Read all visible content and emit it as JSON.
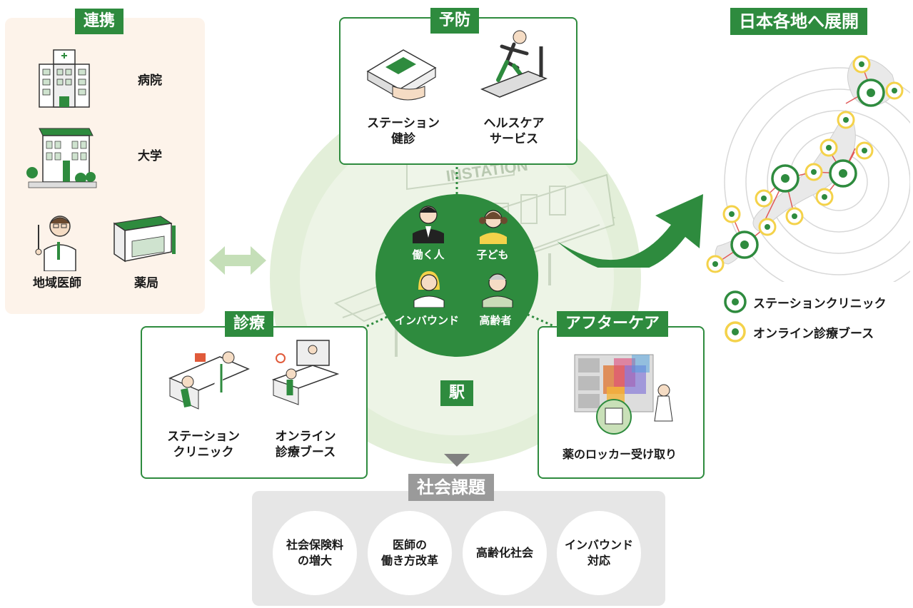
{
  "renkei": {
    "title": "連携",
    "hospital": "病院",
    "university": "大学",
    "local_doctor": "地域医師",
    "pharmacy": "薬局"
  },
  "yobou": {
    "title": "予防",
    "checkup": "ステーション\n健診",
    "healthcare": "ヘルスケア\nサービス"
  },
  "center": {
    "worker": "働く人",
    "child": "子ども",
    "inbound": "インバウンド",
    "elderly": "高齢者",
    "station": "駅",
    "station_sign": "INSTATION"
  },
  "shinryo": {
    "title": "診療",
    "clinic": "ステーション\nクリニック",
    "online": "オンライン\n診療ブース"
  },
  "aftercare": {
    "title": "アフターケア",
    "locker": "薬のロッカー受け取り"
  },
  "japan": {
    "title": "日本各地へ展開",
    "legend_clinic": "ステーションクリニック",
    "legend_online": "オンライン診療ブース"
  },
  "issues": {
    "title": "社会課題",
    "items": [
      "社会保険料\nの増大",
      "医師の\n働き方改革",
      "高齢化社会",
      "インバウンド\n対応"
    ]
  },
  "colors": {
    "green": "#2e8b3e",
    "light_green": "#dcebd3",
    "peach": "#fdf3ea",
    "yellow": "#f4d24a",
    "gray": "#e6e6e6"
  }
}
